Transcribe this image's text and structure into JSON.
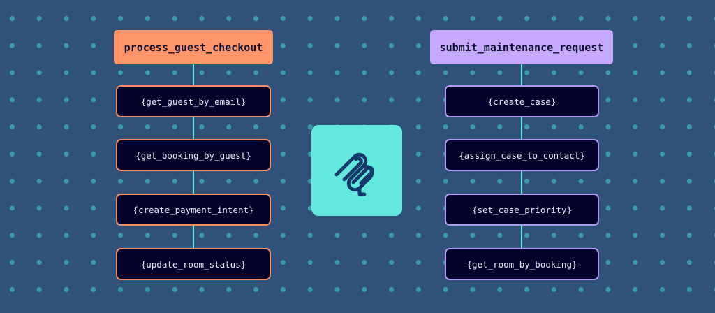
{
  "left_flow": {
    "title": "process_guest_checkout",
    "steps": [
      "{get_guest_by_email}",
      "{get_booking_by_guest}",
      "{create_payment_intent}",
      "{update_room_status}"
    ]
  },
  "right_flow": {
    "title": "submit_maintenance_request",
    "steps": [
      "{create_case}",
      "{assign_case_to_contact}",
      "{set_case_priority}",
      "{get_room_by_booking}"
    ]
  },
  "logo": {
    "icon": "squiggle-logo-icon"
  },
  "colors": {
    "background": "#30527a",
    "left_accent": "#fd946a",
    "right_accent": "#c4a9fc",
    "connector": "#5fe3dc",
    "logo_bg": "#63e8de",
    "node_bg": "#03022b"
  }
}
